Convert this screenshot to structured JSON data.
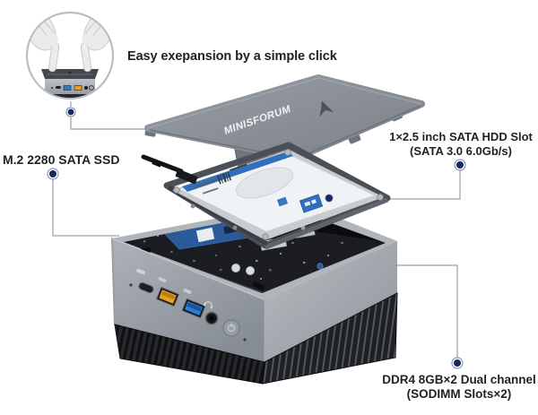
{
  "device": {
    "brand": "MINISFORUM"
  },
  "inset": {
    "caption": "Easy exepansion by a simple click"
  },
  "callouts": {
    "m2": {
      "text": "M.2 2280 SATA SSD"
    },
    "hdd": {
      "line1": "1×2.5 inch SATA HDD Slot",
      "line2": "(SATA 3.0 6.0Gb/s)"
    },
    "ddr4": {
      "line1": "DDR4 8GB×2 Dual channel",
      "line2": "(SODIMM Slots×2)"
    }
  },
  "colors": {
    "background": "#ffffff",
    "label_text": "#1f2124",
    "leader_line": "#9aa2a9",
    "dot_navy": "#16295c",
    "accent_blue": "#2f6fbd",
    "lid_gray": "#8a9096",
    "chassis_gray": "#9aa1a8",
    "hdd_silver": "#c7ccd1",
    "port_orange": "#e8a11f",
    "port_usb3_blue": "#2f7cd6"
  }
}
